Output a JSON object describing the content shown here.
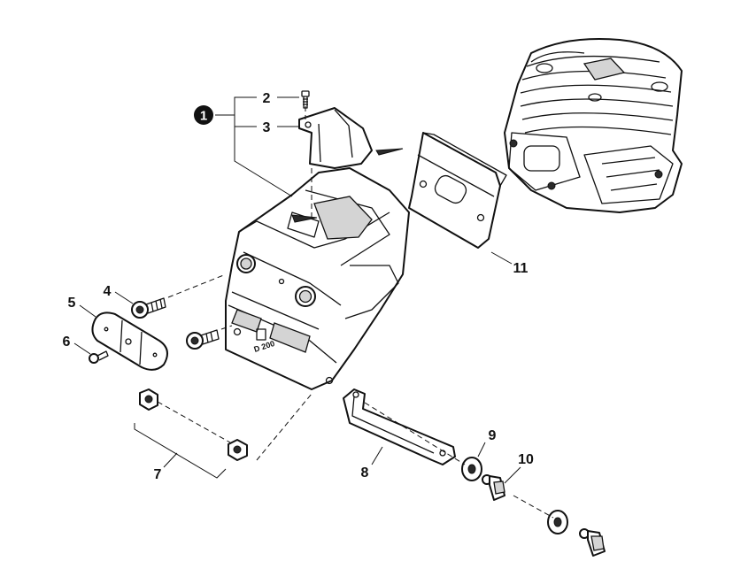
{
  "callouts": {
    "badge": "1",
    "p2": "2",
    "p3": "3",
    "p4": "4",
    "p5": "5",
    "p6": "6",
    "p7": "7",
    "p8": "8",
    "p9": "9",
    "p10": "10",
    "p11": "11"
  },
  "muffler_stamp": "D 200",
  "colors": {
    "ink": "#111111",
    "shade": "#d4d4d4",
    "paper": "#ffffff"
  }
}
